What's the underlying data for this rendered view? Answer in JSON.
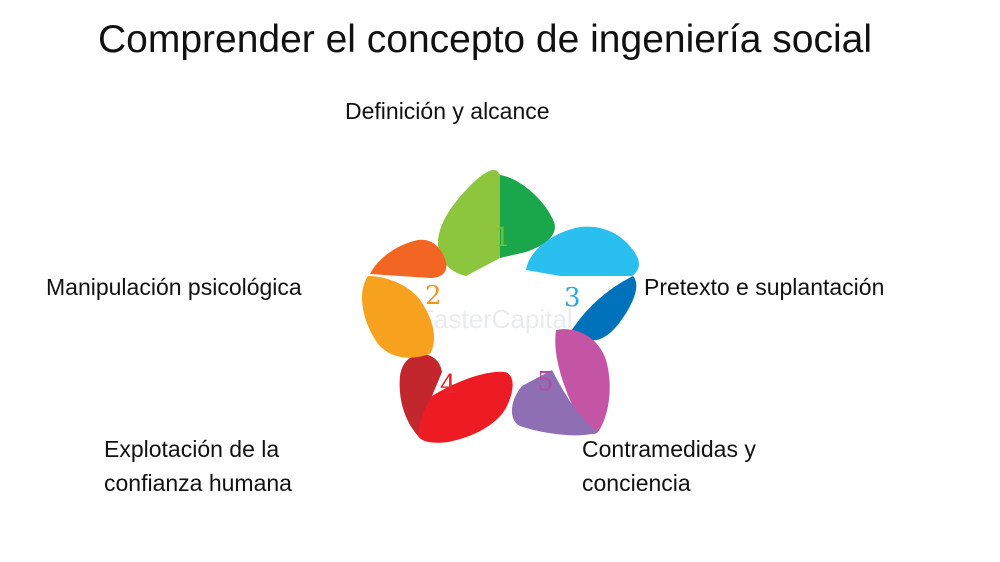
{
  "title": "Comprender el concepto de ingeniería social",
  "steps": [
    {
      "number": "1",
      "label": "Definición y alcance",
      "color": "#6cbf3e",
      "color_light": "#8cc63f",
      "color_dark": "#1aa64a"
    },
    {
      "number": "2",
      "label": "Manipulación psicológica",
      "color": "#f7931e",
      "color_light": "#f7a21e",
      "color_dark": "#f26522"
    },
    {
      "number": "3",
      "label": "Pretexto e suplantación",
      "color": "#29abe2",
      "color_light": "#29c0f0",
      "color_dark": "#0072bc"
    },
    {
      "number": "4",
      "label": "Explotación de la\nconfianza humana",
      "color": "#e8232a",
      "color_light": "#ed1c24",
      "color_dark": "#c1272d"
    },
    {
      "number": "5",
      "label": "Contramedidas y\nconciencia",
      "color": "#b74b9e",
      "color_light": "#c455a4",
      "color_dark": "#8e6fb3"
    }
  ],
  "watermark": "FasterCapital"
}
